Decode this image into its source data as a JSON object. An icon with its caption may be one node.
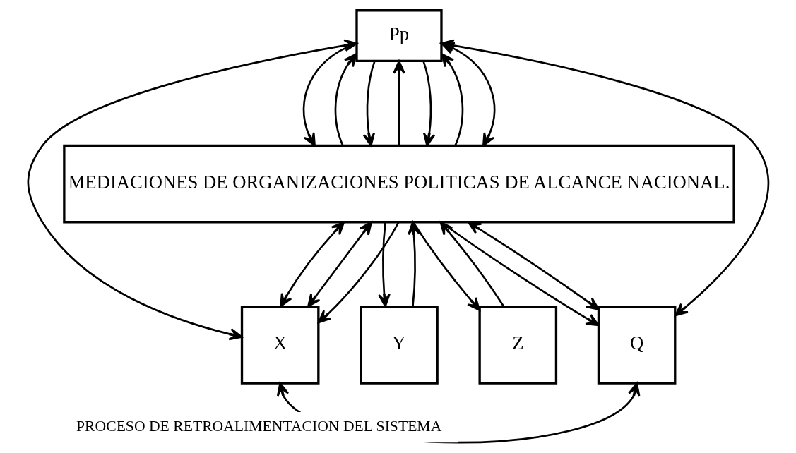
{
  "diagram": {
    "nodes": [
      {
        "text": [
          "Pp"
        ]
      },
      {
        "text": [
          "MEDIACIONES DE ORGANIZACIONES POLITICAS DE ALCANCE NACIONAL."
        ]
      },
      {
        "text": [
          "X"
        ]
      },
      {
        "text": [
          "Y"
        ]
      },
      {
        "text": [
          "Z"
        ]
      },
      {
        "text": [
          "Q"
        ]
      }
    ],
    "edges": [
      {
        "from": 2,
        "to": 0,
        "arrow": "both"
      },
      {
        "from": 2,
        "to": 1,
        "arrow": "both"
      },
      {
        "from": 5,
        "to": 0,
        "arrow": "both"
      },
      {
        "from": 5,
        "to": 1,
        "arrow": "both"
      },
      {
        "from": 1,
        "to": 0,
        "arrow": "to"
      },
      {
        "from": 0,
        "to": 1,
        "arrow": "to"
      },
      {
        "from": 0,
        "to": 1,
        "arrow": "to"
      },
      {
        "from": 1,
        "to": 0,
        "arrow": "to"
      },
      {
        "from": 0,
        "to": 1,
        "arrow": "to"
      },
      {
        "from": 1,
        "to": 0,
        "arrow": "to"
      },
      {
        "from": 0,
        "to": 1,
        "arrow": "both"
      },
      {
        "from": 1,
        "to": 2,
        "arrow": "both"
      },
      {
        "from": 1,
        "to": 2,
        "arrow": "to"
      },
      {
        "from": 1,
        "to": 3,
        "arrow": "to"
      },
      {
        "from": 3,
        "to": 1,
        "arrow": "to"
      },
      {
        "from": 1,
        "to": 4,
        "arrow": "to"
      },
      {
        "from": 4,
        "to": 1,
        "arrow": "to"
      },
      {
        "from": 1,
        "to": 5,
        "arrow": "to"
      },
      {
        "from": 2,
        "to": 5,
        "label": "PROCESO DE RETROALIMENTACION DEL SISTEMA",
        "arrow": "both"
      }
    ]
  }
}
